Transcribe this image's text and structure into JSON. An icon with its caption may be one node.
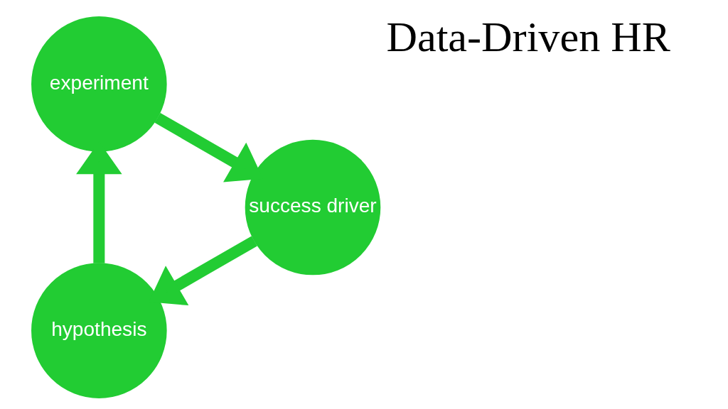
{
  "diagram": {
    "nodes": [
      {
        "text": [
          "hypothesis"
        ]
      },
      {
        "text": [
          "experiment"
        ]
      },
      {
        "text": [
          "success driver"
        ]
      }
    ],
    "edges": [
      {
        "from": 0,
        "to": 1,
        "arrow": "to"
      },
      {
        "from": 1,
        "to": 2,
        "arrow": "to"
      },
      {
        "from": 2,
        "to": 0,
        "arrow": "to"
      }
    ],
    "labels": [
      "Data-Driven HR"
    ]
  }
}
